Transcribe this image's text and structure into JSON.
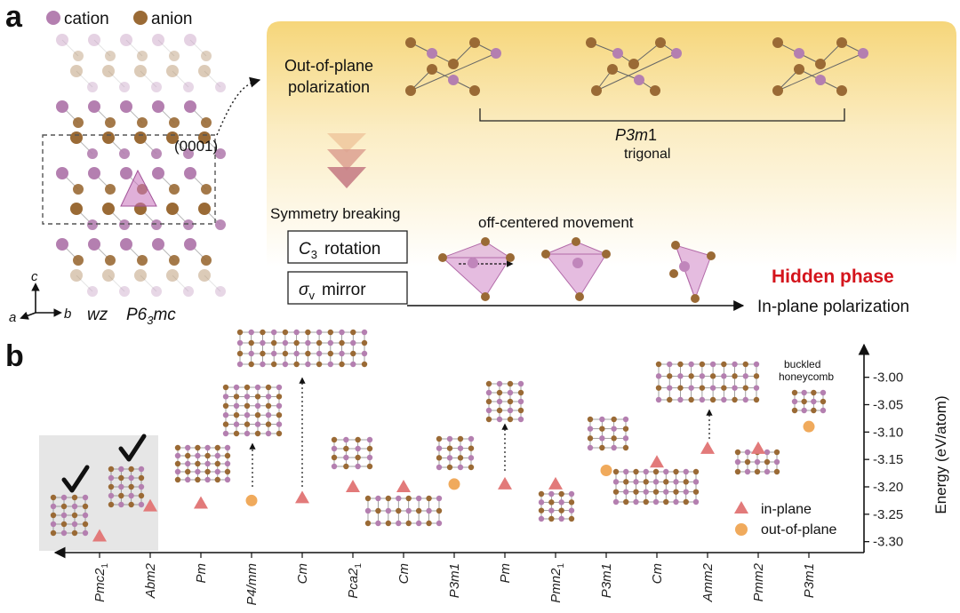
{
  "panel_a": {
    "letter": "a",
    "legend": {
      "cation": "cation",
      "anion": "anion"
    },
    "plane": "(0001)",
    "axes": {
      "c": "c",
      "a": "a",
      "b": "b"
    },
    "structure_name": "wz",
    "space_group": {
      "main": "P6",
      "sub": "3",
      "tail": "mc"
    },
    "oop_label": [
      "Out-of-plane",
      "polarization"
    ],
    "p3m1": {
      "pre": "P3",
      "m": "m",
      "post": "1"
    },
    "trigonal": "trigonal",
    "symmetry_breaking": "Symmetry breaking",
    "c3": {
      "sym": "C",
      "sub": "3",
      "word": "rotation"
    },
    "sigma": {
      "sym": "σ",
      "sub": "v",
      "word": "mirror"
    },
    "off_centered": "off-centered movement",
    "hidden_phase": "Hidden phase",
    "in_plane_polarization": "In-plane polarization"
  },
  "panel_b": {
    "letter": "b",
    "ylabel": "Energy (eV/atom)",
    "legend": {
      "in_plane": "in-plane",
      "out_of_plane": "out-of-plane"
    },
    "buckled": [
      "buckled",
      "honeycomb"
    ]
  },
  "colors": {
    "cation": "#b47fb0",
    "anion": "#9a6a35",
    "in_plane": "#e27a7a",
    "out_of_plane": "#f0aa5c",
    "hidden_phase": "#d4141c",
    "highlight_box": "#e6e6e6",
    "gradient_top": "#f6dc85"
  },
  "chart_data": {
    "type": "scatter",
    "title": "",
    "xlabel": "",
    "ylabel": "Energy (eV/atom)",
    "ylim": [
      -3.32,
      -2.96
    ],
    "yticks": [
      -3.3,
      -3.25,
      -3.2,
      -3.15,
      -3.1,
      -3.05,
      -3.0
    ],
    "ytick_labels": [
      "-3.30",
      "-3.25",
      "-3.20",
      "-3.15",
      "-3.10",
      "-3.05",
      "-3.00"
    ],
    "categories": [
      {
        "main": "Pmc2",
        "sub": "1"
      },
      {
        "main": "Abm2",
        "sub": ""
      },
      {
        "main": "Pm",
        "sub": ""
      },
      {
        "main": "P4/mm",
        "sub": ""
      },
      {
        "main": "Cm",
        "sub": ""
      },
      {
        "main": "Pca2",
        "sub": "1"
      },
      {
        "main": "Cm",
        "sub": ""
      },
      {
        "main": "P3m1",
        "sub": ""
      },
      {
        "main": "Pm",
        "sub": ""
      },
      {
        "main": "Pmn2",
        "sub": "1"
      },
      {
        "main": "P3m1",
        "sub": ""
      },
      {
        "main": "Cm",
        "sub": ""
      },
      {
        "main": "Amm2",
        "sub": ""
      },
      {
        "main": "Pmm2",
        "sub": ""
      },
      {
        "main": "P3m1",
        "sub": ""
      }
    ],
    "series": [
      {
        "name": "in-plane",
        "marker": "triangle",
        "values": [
          -3.29,
          -3.235,
          -3.23,
          null,
          -3.22,
          -3.2,
          -3.2,
          null,
          -3.195,
          -3.195,
          null,
          -3.155,
          -3.13,
          -3.13,
          null
        ]
      },
      {
        "name": "out-of-plane",
        "marker": "circle",
        "values": [
          null,
          null,
          null,
          -3.225,
          null,
          null,
          null,
          -3.195,
          null,
          null,
          -3.17,
          null,
          null,
          null,
          -3.09
        ]
      }
    ],
    "checkmarks": [
      "Pmc2_1",
      "Abm2"
    ],
    "ground_state_highlight": [
      "Pmc2_1",
      "Abm2"
    ]
  }
}
